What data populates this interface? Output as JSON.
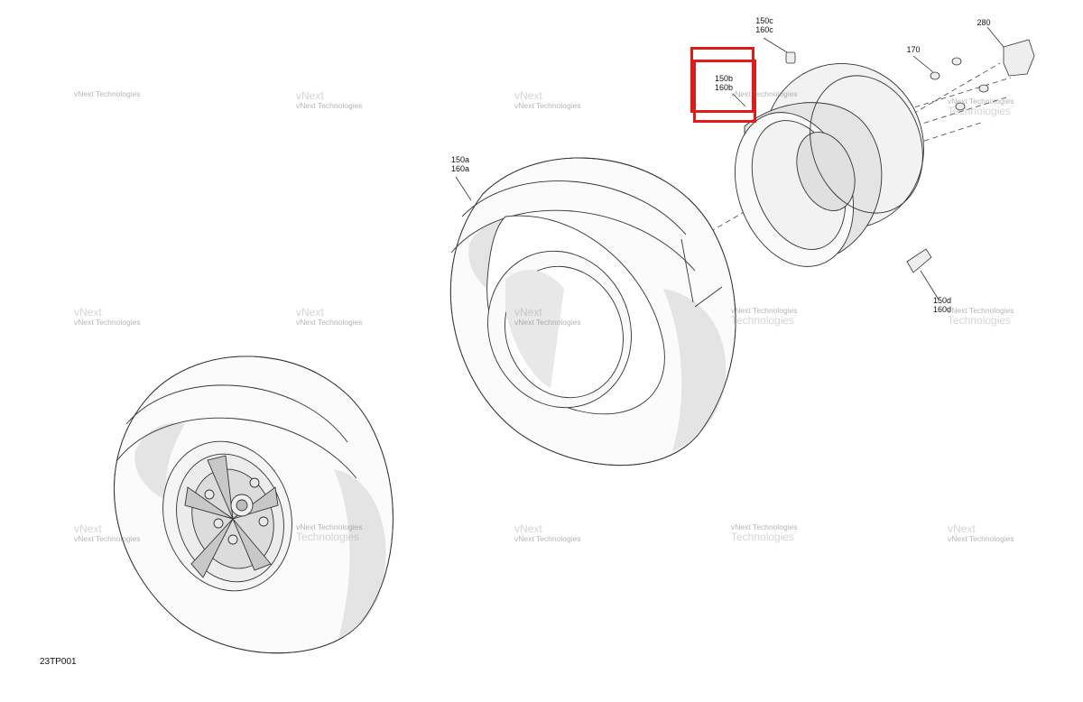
{
  "diagram": {
    "reference_code": "23TP001",
    "callouts": {
      "c150a": {
        "line1": "150a",
        "line2": "160a"
      },
      "c150b": {
        "line1": "150b",
        "line2": "160b"
      },
      "c150c": {
        "line1": "150c",
        "line2": "160c"
      },
      "c150d": {
        "line1": "150d",
        "line2": "160d"
      },
      "c170": {
        "line1": "170"
      },
      "c280": {
        "line1": "280"
      }
    },
    "watermark": {
      "line1": "vNext Technologies",
      "line2": "vNext",
      "line3": "Technologies"
    },
    "highlight_color": "#e01b1b",
    "shade_color": "#e4e4e4",
    "line_color": "#333333"
  }
}
